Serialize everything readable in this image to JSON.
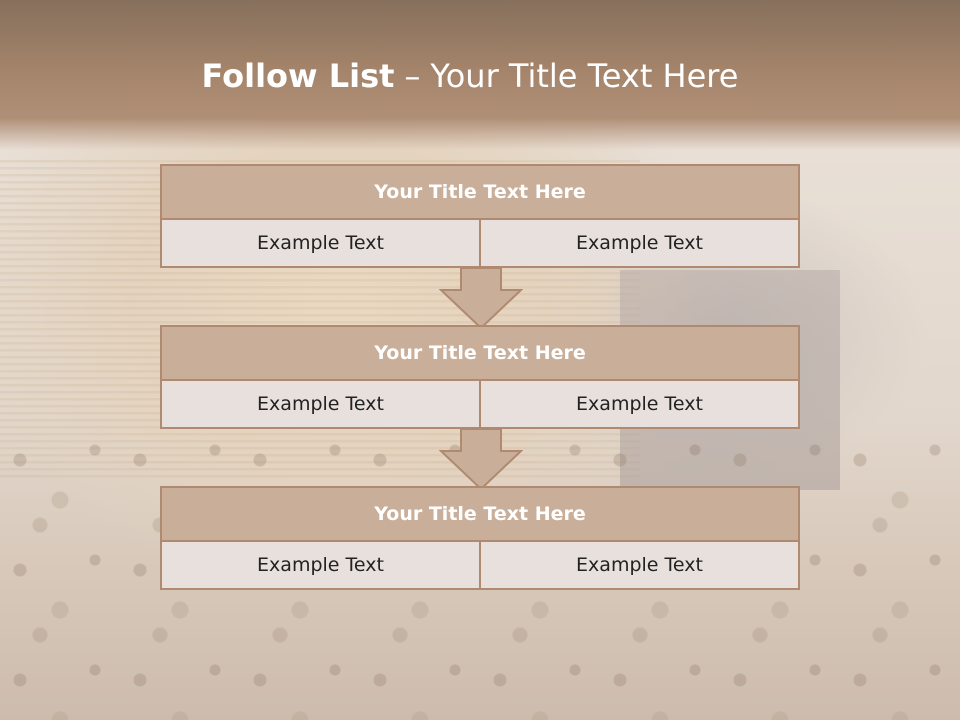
{
  "slide": {
    "title_strong": "Follow List",
    "title_separator": "–",
    "title_rest": "Your Title Text Here"
  },
  "blocks": [
    {
      "heading": "Your Title Text Here",
      "left": "Example Text",
      "right": "Example Text"
    },
    {
      "heading": "Your Title Text Here",
      "left": "Example Text",
      "right": "Example Text"
    },
    {
      "heading": "Your Title Text Here",
      "left": "Example Text",
      "right": "Example Text"
    }
  ],
  "colors": {
    "header_fill": "#c9ae99",
    "border": "#b08a70",
    "cell_fill": "#e8e0dc",
    "arrow_fill": "#c9ae99"
  },
  "icons": {
    "connector": "down-arrow-icon"
  }
}
